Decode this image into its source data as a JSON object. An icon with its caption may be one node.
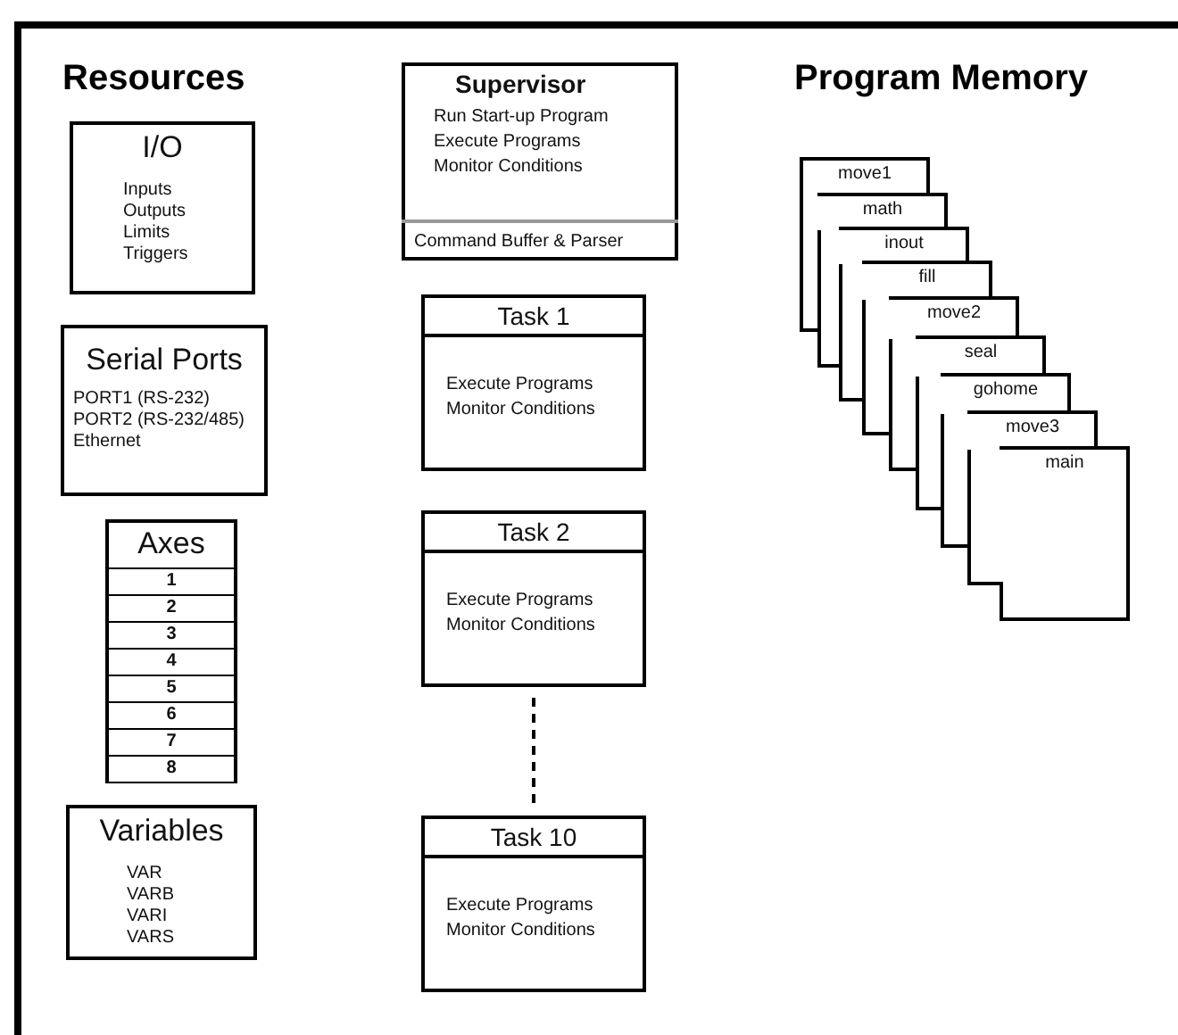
{
  "diagram": {
    "nodes": [
      {
        "text": [
          "I/O",
          "Inputs",
          "Outputs",
          "Limits",
          "Triggers"
        ]
      },
      {
        "text": [
          "Serial Ports",
          "PORT1 (RS-232)",
          "PORT2 (RS-232/485)",
          "Ethernet"
        ]
      },
      {
        "text": [
          "Axes"
        ]
      },
      {
        "text": [
          "1"
        ],
        "in": 2
      },
      {
        "text": [
          "2"
        ],
        "in": 2
      },
      {
        "text": [
          "3"
        ],
        "in": 2
      },
      {
        "text": [
          "4"
        ],
        "in": 2
      },
      {
        "text": [
          "5"
        ],
        "in": 2
      },
      {
        "text": [
          "6"
        ],
        "in": 2
      },
      {
        "text": [
          "7"
        ],
        "in": 2
      },
      {
        "text": [
          "8"
        ],
        "in": 2
      },
      {
        "text": [
          "Variables",
          "VAR",
          "VARB",
          "VARI",
          "VARS"
        ]
      },
      {
        "text": [
          "Supervisor",
          "Run Start-up Program",
          "Execute Programs",
          "Monitor Conditions"
        ]
      },
      {
        "text": [
          "Command Buffer & Parser"
        ],
        "in": 12
      },
      {
        "text": [
          "Task 1",
          "Execute Programs",
          "Monitor Conditions"
        ]
      },
      {
        "text": [
          "Task 2",
          "Execute Programs",
          "Monitor Conditions"
        ]
      },
      {
        "text": [
          "Task 10",
          "Execute Programs",
          "Monitor Conditions"
        ]
      },
      {
        "text": [
          "move1"
        ]
      },
      {
        "text": [
          "math"
        ]
      },
      {
        "text": [
          "inout"
        ]
      },
      {
        "text": [
          "fill"
        ]
      },
      {
        "text": [
          "move2"
        ]
      },
      {
        "text": [
          "seal"
        ]
      },
      {
        "text": [
          "gohome"
        ]
      },
      {
        "text": [
          "move3"
        ]
      },
      {
        "text": [
          "main"
        ]
      }
    ],
    "edges": [
      {
        "from": 15,
        "to": 16,
        "arrow": "none",
        "style": "dashed"
      }
    ],
    "labels": [
      "Resources",
      "Program Memory"
    ]
  }
}
